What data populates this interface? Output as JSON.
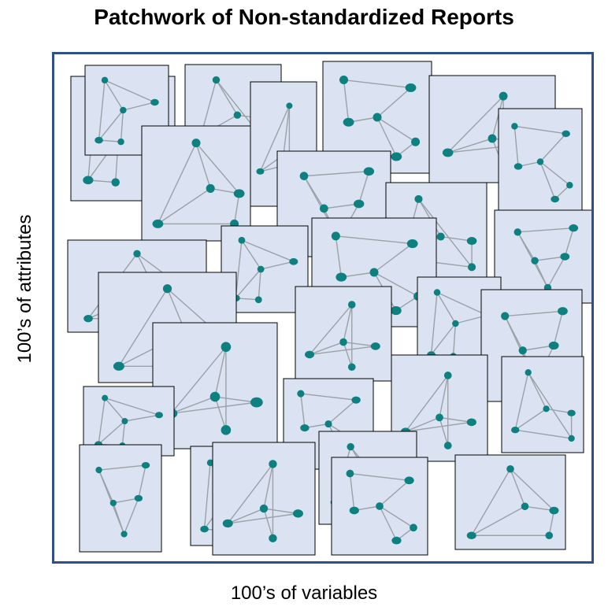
{
  "title": "Patchwork of Non-standardized Reports",
  "y_axis_label": "100’s of attributes",
  "x_axis_label": "100’s of variables",
  "colors": {
    "frame": "#2f4f8a",
    "card_fill": "#dbe3f2",
    "node": "#0e8080",
    "edge": "#9aa1a8"
  }
}
